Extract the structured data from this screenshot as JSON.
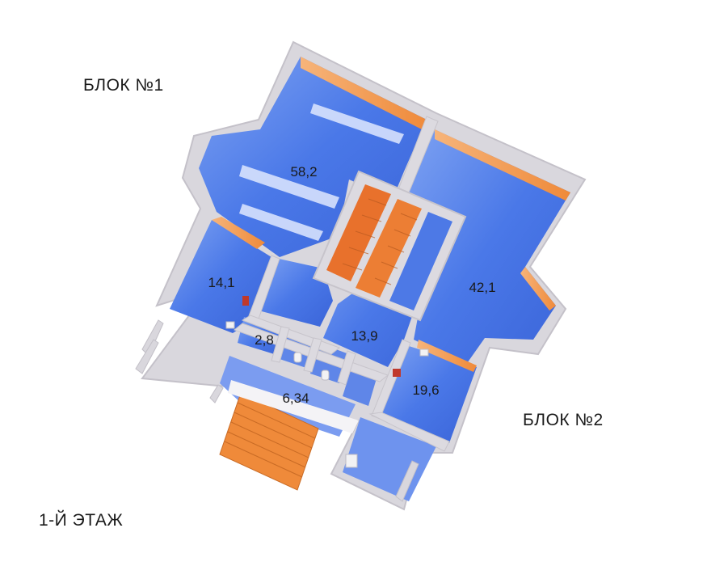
{
  "labels": {
    "block1": "БЛОК №1",
    "block2": "БЛОК №2",
    "floor": "1-Й ЭТАЖ"
  },
  "rooms": [
    {
      "id": "room-58",
      "area": "58,2"
    },
    {
      "id": "room-42",
      "area": "42,1"
    },
    {
      "id": "room-14",
      "area": "14,1"
    },
    {
      "id": "room-13",
      "area": "13,9"
    },
    {
      "id": "room-19",
      "area": "19,6"
    },
    {
      "id": "room-2",
      "area": "2,8"
    },
    {
      "id": "room-6",
      "area": "6,34"
    }
  ],
  "colors": {
    "wall": "#d8d6dc",
    "wall_shade": "#b9b6be",
    "floor_blue": "#3f6fe4",
    "floor_blue_light": "#7fa3f2",
    "inner_wall_orange": "#f29a4a",
    "stairs": "#e8712c",
    "porch_white": "#f4f3f6"
  }
}
